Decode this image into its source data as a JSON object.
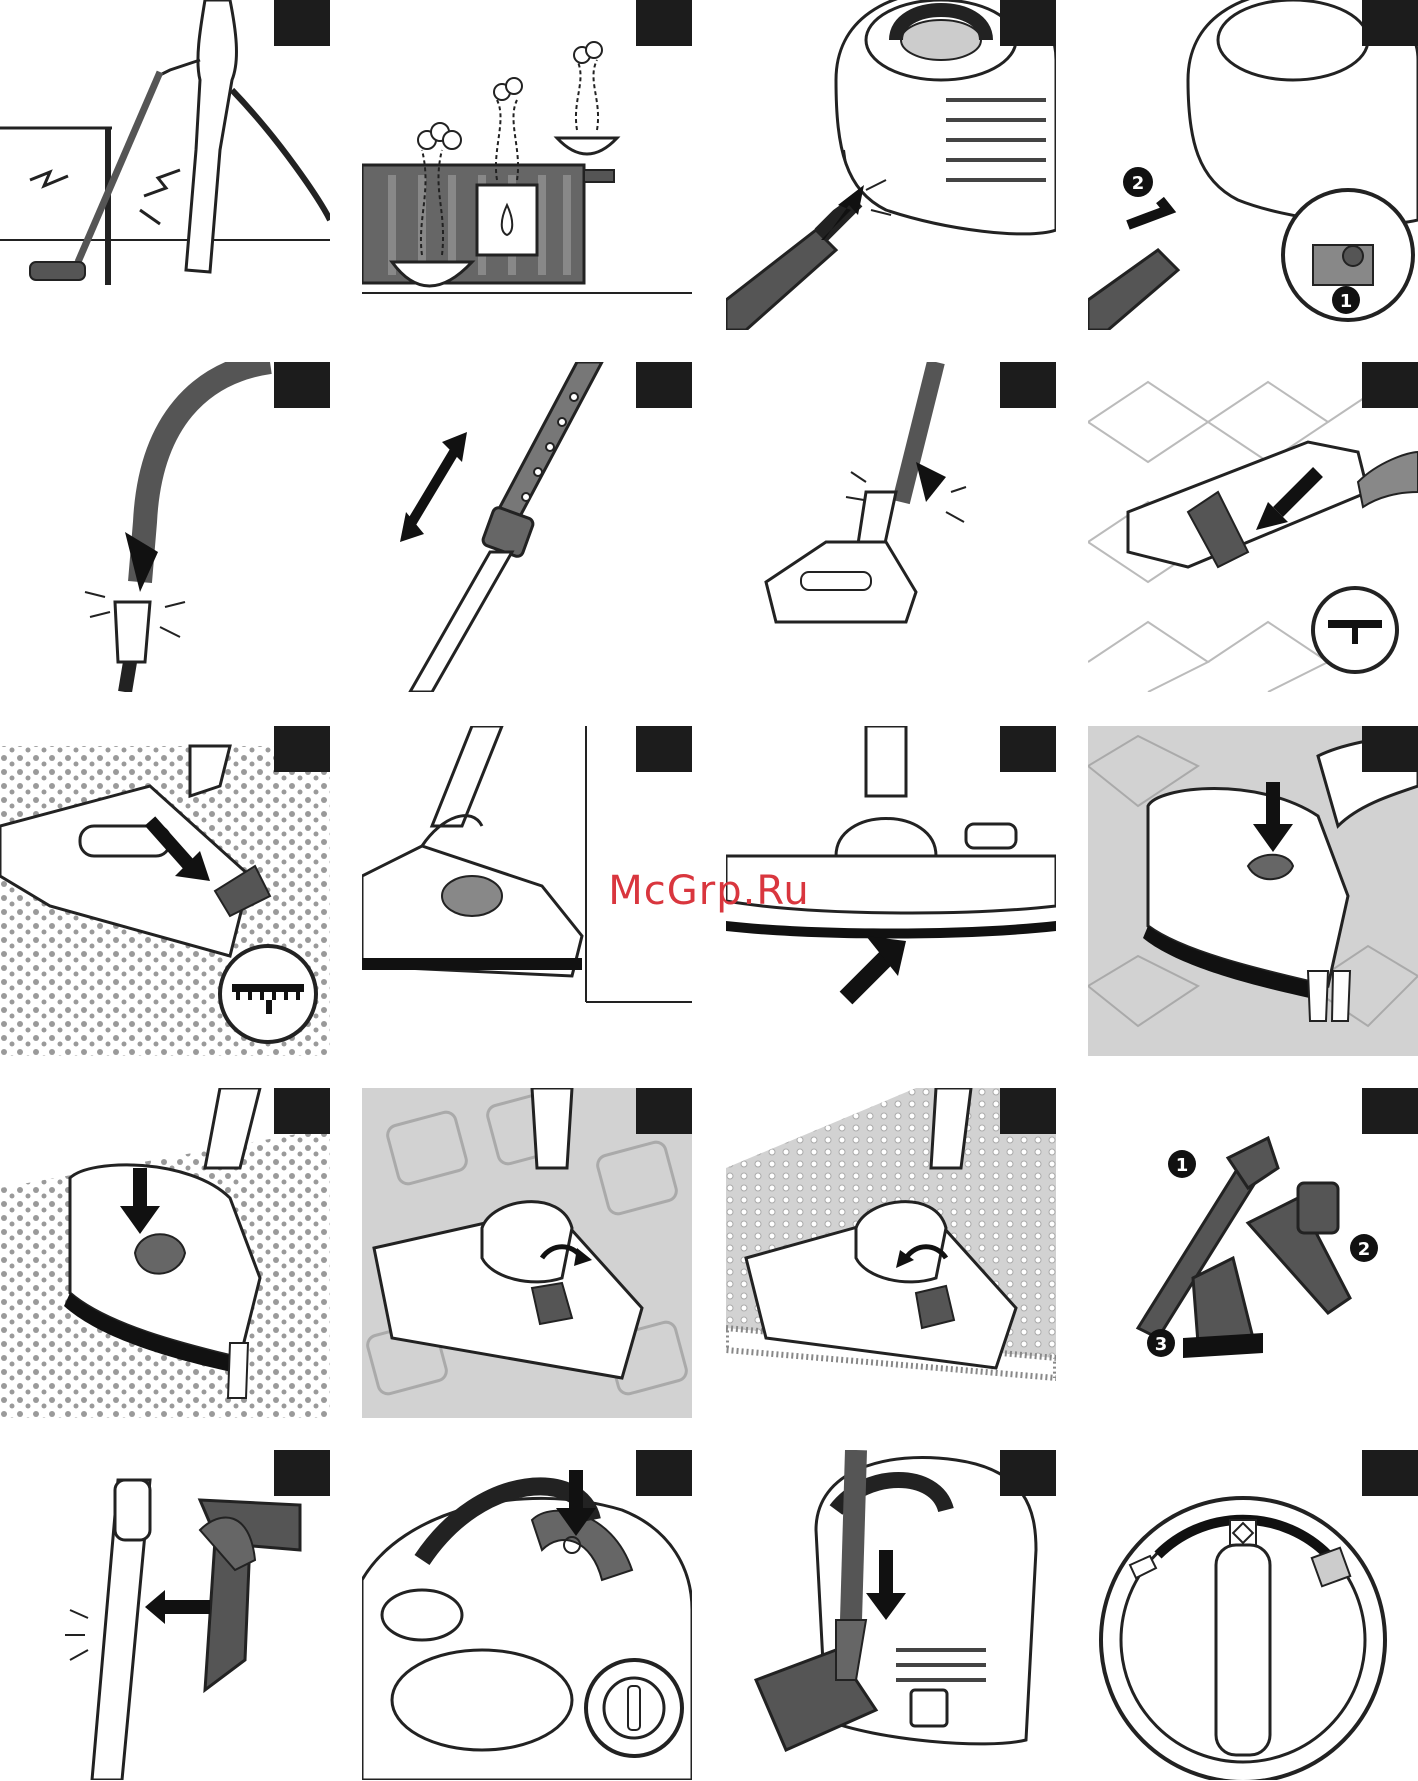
{
  "document": {
    "type": "instruction-illustrations",
    "panel_count": 20,
    "watermark": "McGrp.Ru"
  },
  "panels": [
    {
      "id": "p1",
      "subject": "person vacuuming with static sparks"
    },
    {
      "id": "p2",
      "subject": "radiator with humidifier bowls"
    },
    {
      "id": "p3",
      "subject": "insert hose into appliance"
    },
    {
      "id": "p4",
      "subject": "release hose by pressing buttons",
      "callouts": [
        "1",
        "2"
      ]
    },
    {
      "id": "p5",
      "subject": "connect hose to tube"
    },
    {
      "id": "p6",
      "subject": "adjust telescopic tube"
    },
    {
      "id": "p7",
      "subject": "attach nozzle to tube"
    },
    {
      "id": "p8",
      "subject": "hard floor setting on nozzle"
    },
    {
      "id": "p9",
      "subject": "carpet setting on nozzle"
    },
    {
      "id": "p10",
      "subject": "nozzle near wall"
    },
    {
      "id": "p11",
      "subject": "release nozzle bottom"
    },
    {
      "id": "p12",
      "subject": "press pedal on hard floor"
    },
    {
      "id": "p13",
      "subject": "press pedal on carpet"
    },
    {
      "id": "p14",
      "subject": "nozzle on tiles, rotate switch"
    },
    {
      "id": "p15",
      "subject": "nozzle on carpet, rotate switch"
    },
    {
      "id": "p16",
      "subject": "accessory tools",
      "callouts": [
        "1",
        "2",
        "3"
      ]
    },
    {
      "id": "p17",
      "subject": "attach accessory to tube"
    },
    {
      "id": "p18",
      "subject": "press power button"
    },
    {
      "id": "p19",
      "subject": "park tube in storage slot"
    },
    {
      "id": "p20",
      "subject": "suction power dial"
    }
  ],
  "colors": {
    "ink": "#1c1c1c",
    "gray": "#555555",
    "light": "#cfcfcf",
    "watermark": "#d9363e"
  }
}
